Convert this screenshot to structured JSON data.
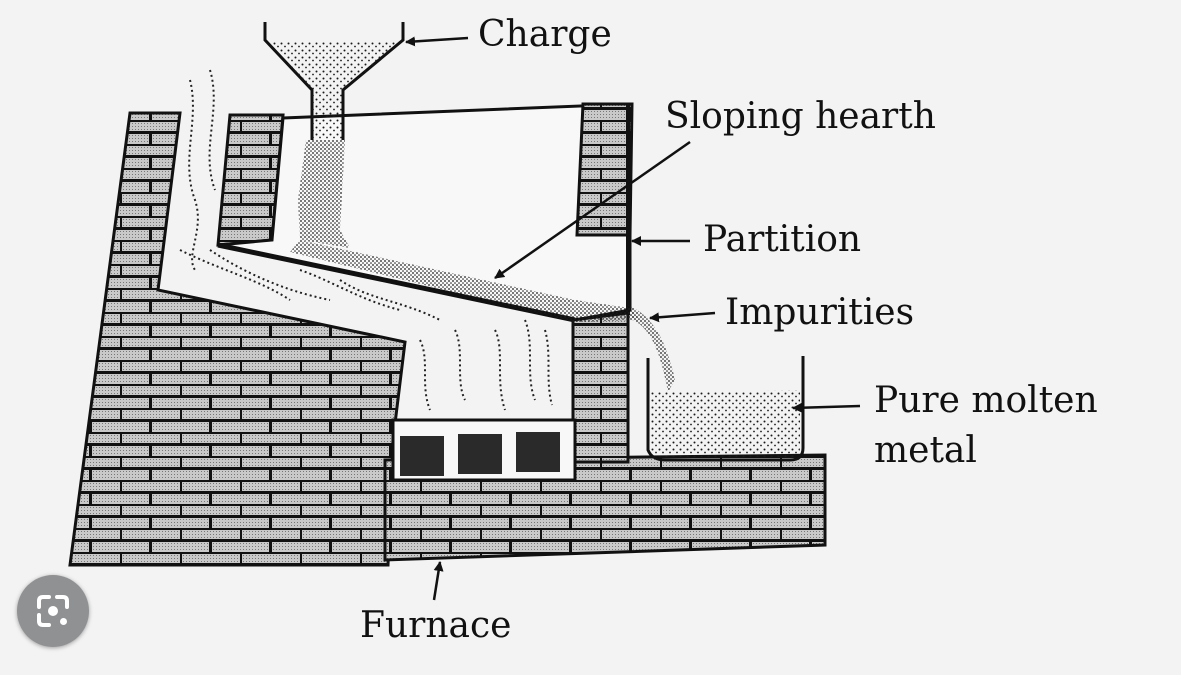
{
  "labels": {
    "charge": "Charge",
    "sloping_hearth": "Sloping hearth",
    "partition": "Partition",
    "impurities": "Impurities",
    "pure_molten_metal_line1": "Pure molten",
    "pure_molten_metal_line2": "metal",
    "furnace": "Furnace"
  },
  "icons": {
    "lens_button": "google-lens-icon"
  },
  "colors": {
    "brick_fill": "#c9c9c9",
    "brick_mortar": "#111111",
    "stipple": "#1a1a1a",
    "background": "#f4f4f4"
  }
}
